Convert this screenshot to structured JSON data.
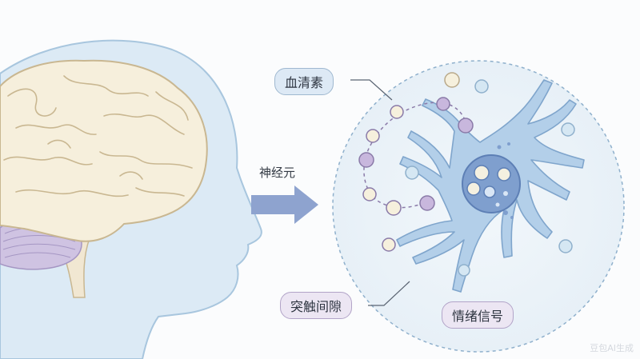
{
  "labels": {
    "serotonin": "血清素",
    "neuron": "神经元",
    "synapse": "突触间隙",
    "emotion_signal": "情绪信号"
  },
  "watermark": "豆包AI生成",
  "colors": {
    "head_fill": "#dceaf5",
    "head_outline": "#a8c6de",
    "brain_fill": "#f6efdc",
    "brain_outline": "#c9b791",
    "cerebellum_fill": "#cfc3e2",
    "neuron_fill": "#b3cfe9",
    "nucleus_fill": "#7f9fce",
    "arrow": "#8ea3cf",
    "vesicle_blue": "#d5e7f3",
    "vesicle_purple": "#c8b7dd",
    "vesicle_cream": "#f6f0dd"
  },
  "icons": {
    "arrow": "right-arrow-icon"
  }
}
